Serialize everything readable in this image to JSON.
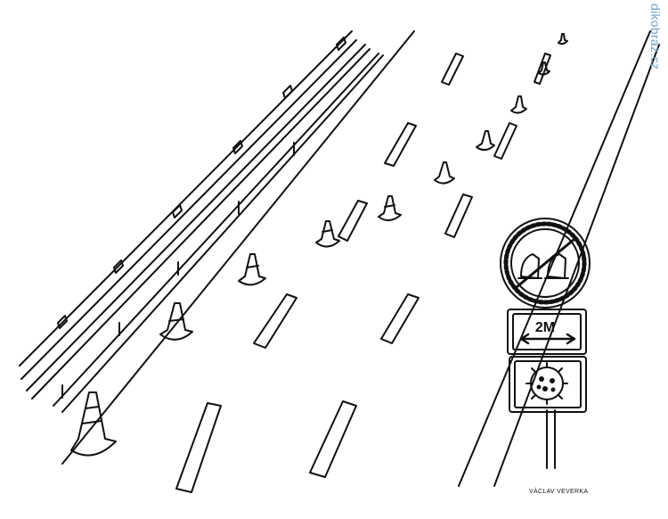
{
  "watermark": "dikobraz.cz",
  "signature": "VÁCLAV VEVERKA",
  "sign": {
    "distance_label": "2M",
    "prohibition_icon": "crossed-out-shoes-icon",
    "virus_icon": "coronavirus-icon",
    "arrow_icon": "double-arrow-icon"
  },
  "colors": {
    "ink": "#111111",
    "paper": "#ffffff",
    "watermark": "#6aa3c8"
  }
}
